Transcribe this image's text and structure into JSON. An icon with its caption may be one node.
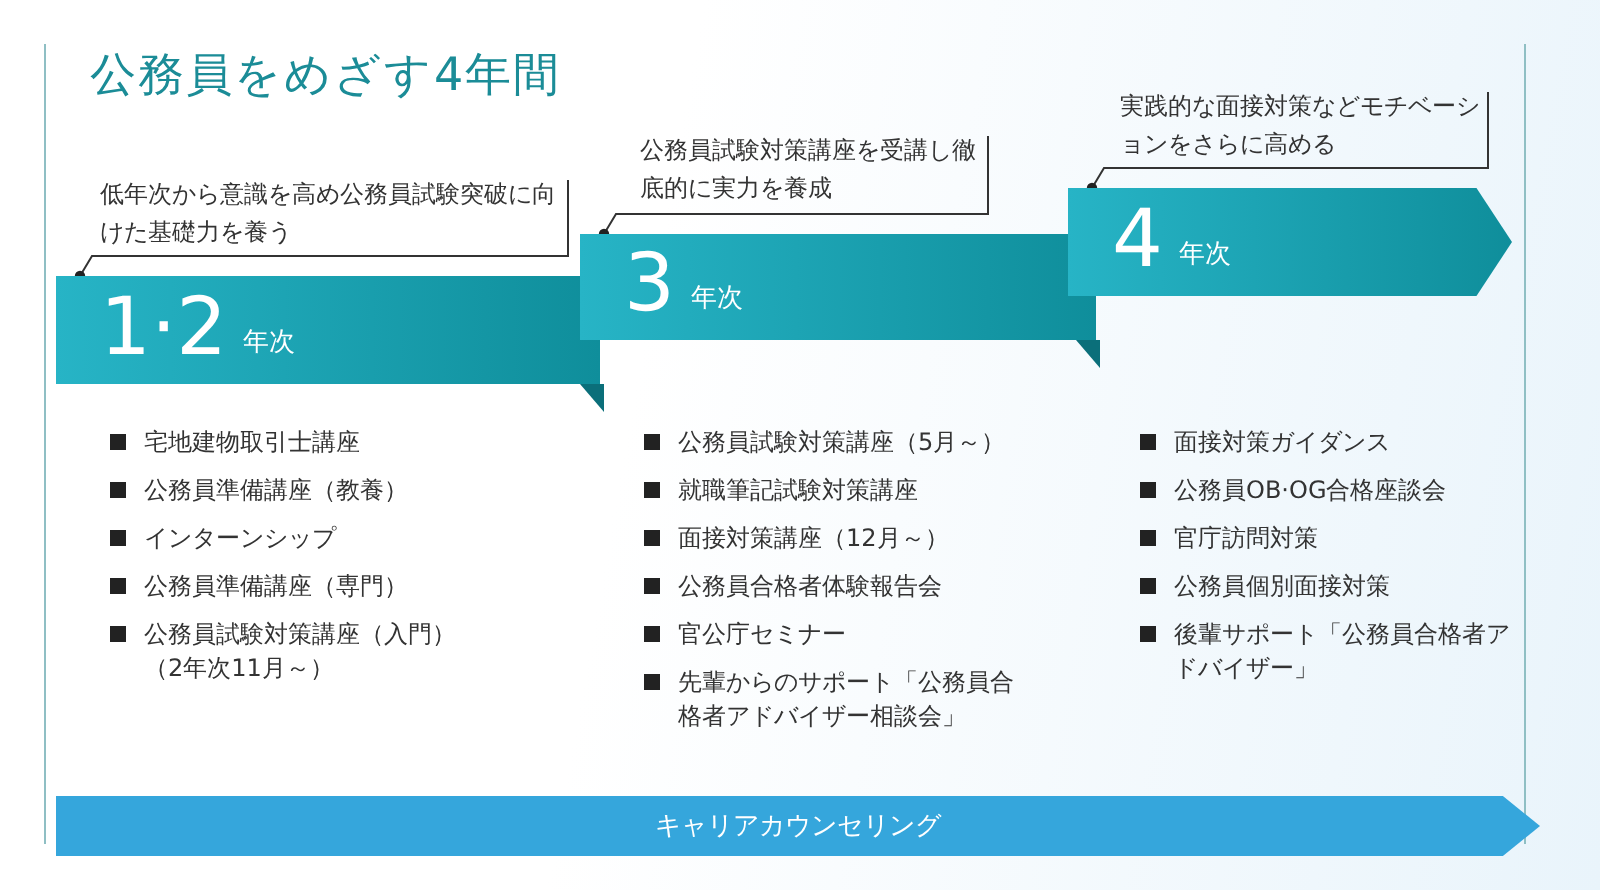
{
  "diagram": {
    "title": "公務員をめざす4年間",
    "nodes": [
      {
        "text": [
          "低年次から意識を高め公務員試験突破に向けた基礎力を養う"
        ]
      },
      {
        "text": [
          "1·2",
          "年次"
        ],
        "beside": [
          "宅地建物取引士講座",
          "公務員準備講座（教養）",
          "インターンシップ",
          "公務員準備講座（専門）",
          "公務員試験対策講座（入門）（2年次11月～）"
        ]
      },
      {
        "text": [
          "公務員試験対策講座を受講し徹底的に実力を養成"
        ]
      },
      {
        "text": [
          "3",
          "年次"
        ],
        "beside": [
          "公務員試験対策講座（5月～）",
          "就職筆記試験対策講座",
          "面接対策講座（12月～）",
          "公務員合格者体験報告会",
          "官公庁セミナー",
          "先輩からのサポート「公務員合格者アドバイザー相談会」"
        ]
      },
      {
        "text": [
          "実践的な面接対策などモチベーションをさらに高める"
        ]
      },
      {
        "text": [
          "4",
          "年次"
        ],
        "beside": [
          "面接対策ガイダンス",
          "公務員OB·OG合格座談会",
          "官庁訪問対策",
          "公務員個別面接対策",
          "後輩サポート「公務員合格者アドバイザー」"
        ]
      },
      {
        "text": [
          "キャリアカウンセリング"
        ]
      }
    ],
    "edges": [
      {
        "from": 0,
        "to": 1,
        "arrow": "other"
      },
      {
        "from": 2,
        "to": 3,
        "arrow": "other"
      },
      {
        "from": 4,
        "to": 5,
        "arrow": "other"
      }
    ]
  }
}
